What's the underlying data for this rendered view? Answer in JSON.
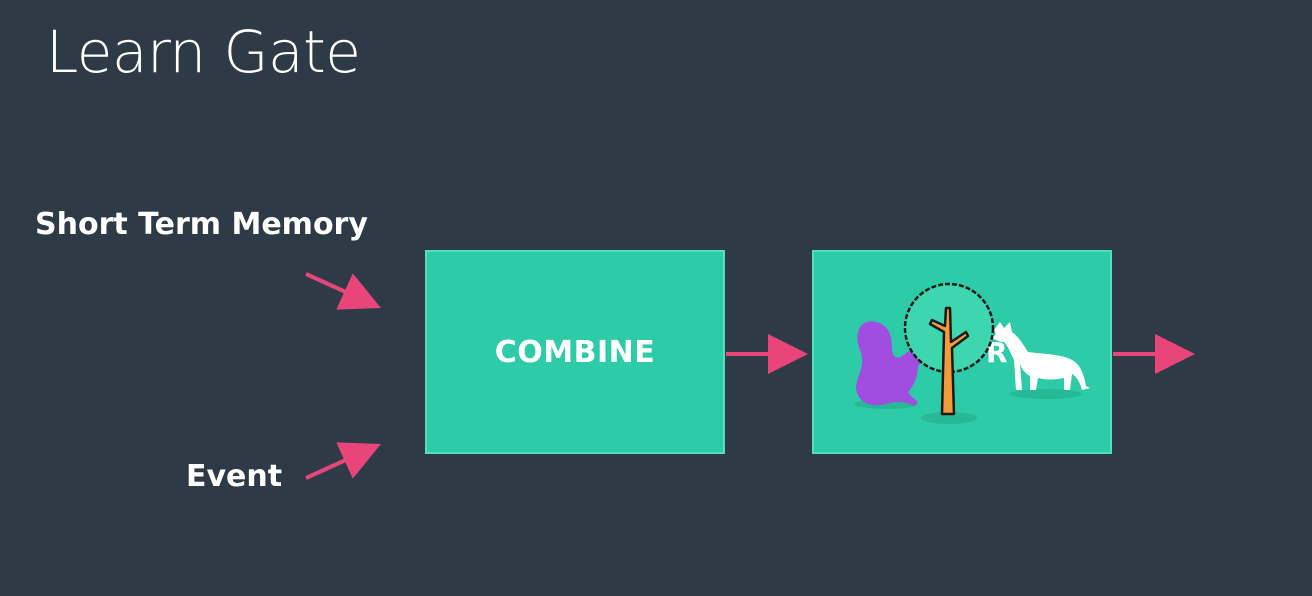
{
  "title": "Learn Gate",
  "inputs": {
    "short_term_memory": "Short Term Memory",
    "event": "Event"
  },
  "boxes": {
    "combine": "COMBINE",
    "ignore_partial_letter": "R"
  },
  "icons": [
    "squirrel-icon",
    "tree-icon",
    "wolf-icon"
  ],
  "colors": {
    "background": "#2f3a47",
    "box_fill": "#2ecba9",
    "box_border": "#4fe0bd",
    "arrow": "#e8457a",
    "squirrel": "#a14de0",
    "tree_leaves": "#3dd6ae",
    "tree_trunk": "#f39a3a"
  }
}
